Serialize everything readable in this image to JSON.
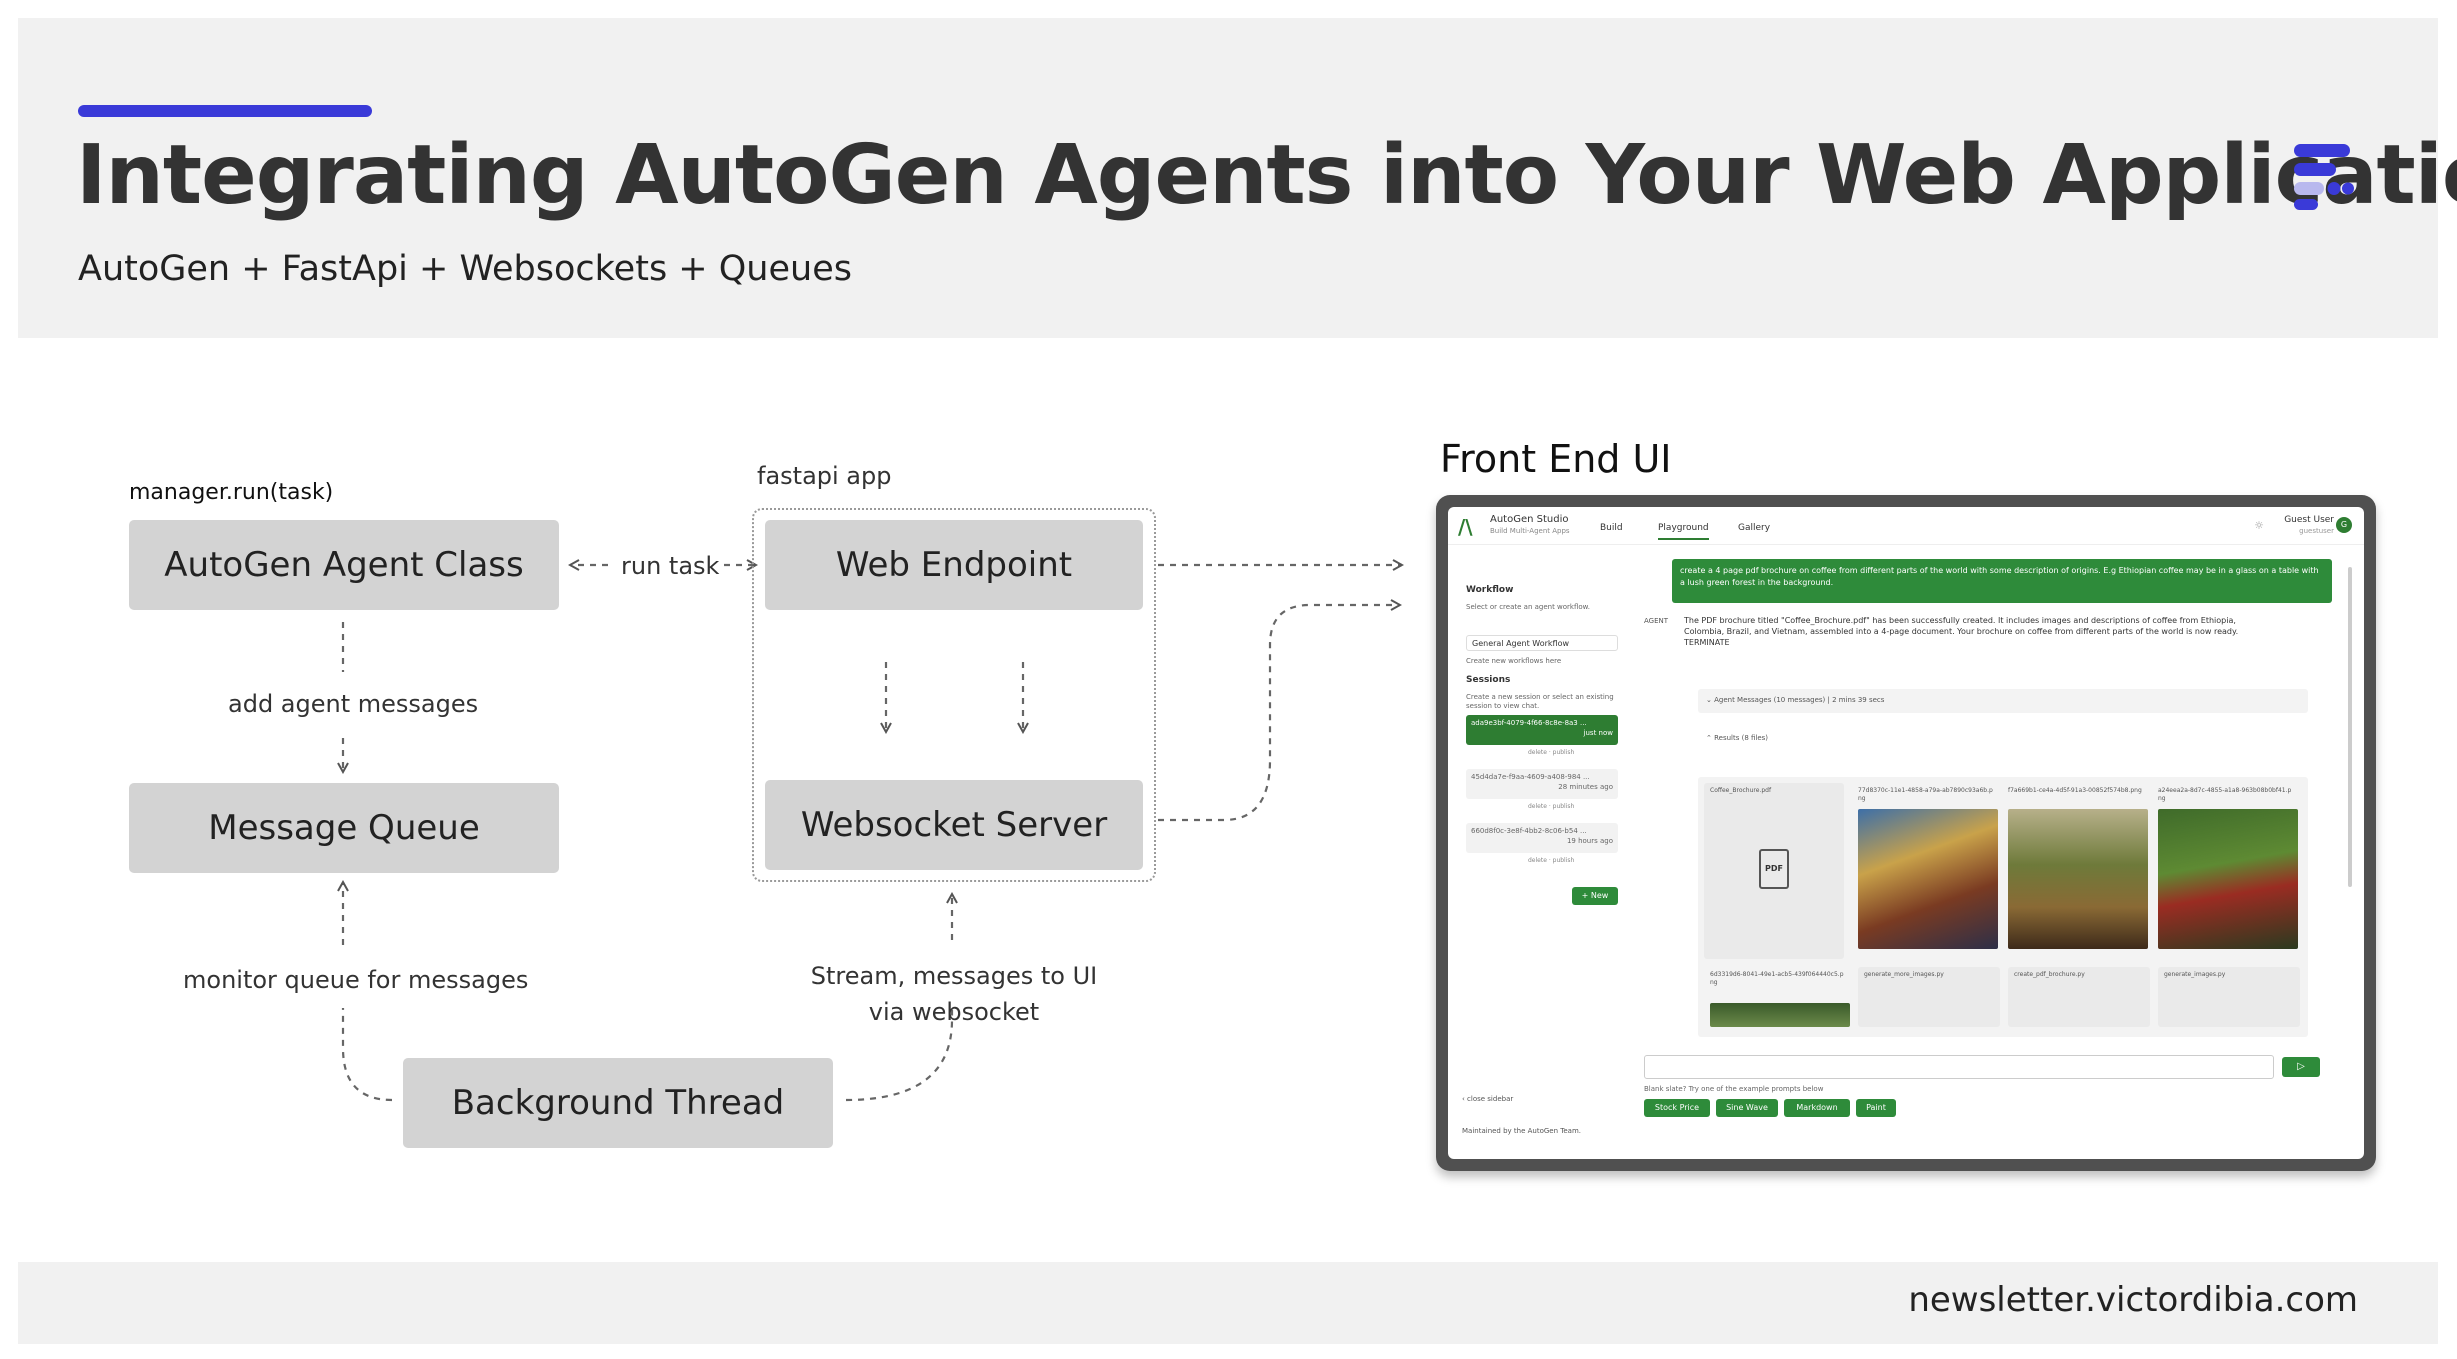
{
  "header": {
    "title": "Integrating AutoGen Agents into Your Web Application",
    "subtitle": "AutoGen + FastApi + Websockets + Queues",
    "accent_color": "#3a3ad8",
    "logo_icon": "newsletter-logo-icon"
  },
  "diagram": {
    "nodes": {
      "agent_class": "AutoGen Agent Class",
      "message_queue": "Message Queue",
      "background_thread": "Background Thread",
      "web_endpoint": "Web Endpoint",
      "websocket_server": "Websocket Server"
    },
    "labels": {
      "manager_run": "manager.run(task)",
      "fastapi_app": "fastapi app",
      "run_task": "run task",
      "add_agent_messages": "add agent messages",
      "monitor_queue": "monitor queue for messages",
      "stream_line1": "Stream, messages to UI",
      "stream_line2": "via websocket"
    }
  },
  "frontend": {
    "title": "Front End UI",
    "app": {
      "name": "AutoGen Studio",
      "tagline": "Build Multi-Agent Apps",
      "tabs": [
        "Build",
        "Playground",
        "Gallery"
      ],
      "active_tab": "Playground",
      "user_name": "Guest User",
      "user_sub": "guestuser",
      "avatar_letter": "G",
      "sidebar": {
        "workflow_heading": "Workflow",
        "workflow_help": "Select or create an agent workflow.",
        "workflow_selected": "General Agent Workflow",
        "create_workflows": "Create new workflows here",
        "sessions_heading": "Sessions",
        "sessions_help": "Create a new session or select an existing session to view chat.",
        "sessions": [
          {
            "id": "ada9e3bf-4079-4f66-8c8e-8a3 ...",
            "ago": "just now"
          },
          {
            "id": "45d4da7e-f9aa-4609-a408-984 ...",
            "ago": "28 minutes ago"
          },
          {
            "id": "660d8f0c-3e8f-4bb2-8c06-b54 ...",
            "ago": "19 hours ago"
          }
        ],
        "delete_label": "delete",
        "publish_label": "publish",
        "new_button": "+ New",
        "close_sidebar": "close sidebar",
        "maintained": "Maintained by the AutoGen Team."
      },
      "chat": {
        "user_message": "create a 4 page pdf brochure on coffee from different parts of the world with some description of origins. E.g Ethiopian coffee may be in a glass on a table with a lush green forest in the background.",
        "agent_label": "AGENT",
        "agent_message": "The PDF brochure titled \"Coffee_Brochure.pdf\" has been successfully created. It includes images and descriptions of coffee from Ethiopia, Colombia, Brazil, and Vietnam, assembled into a 4-page document. Your brochure on coffee from different parts of the world is now ready. TERMINATE",
        "agent_messages_summary": "Agent Messages (10 messages) | 2 mins 39 secs",
        "results_summary": "Results (8 files)",
        "files": [
          "Coffee_Brochure.pdf",
          "77d8370c-11e1-4858-a79a-ab7890c93a6b.png",
          "f7a669b1-ce4a-4d5f-91a3-00852f574b8.png",
          "a24eea2a-8d7c-4855-a1a8-963b08b0bf41.png",
          "6d3319d6-8041-49e1-acb5-439f064440c5.png",
          "generate_more_images.py",
          "create_pdf_brochure.py",
          "generate_images.py"
        ],
        "pdf_badge": "PDF",
        "hint": "Blank slate? Try one of the example prompts below",
        "prompt_buttons": [
          "Stock Price",
          "Sine Wave",
          "Markdown",
          "Paint"
        ],
        "send_icon": "send-icon"
      }
    }
  },
  "footer": {
    "text": "newsletter.victordibia.com"
  }
}
